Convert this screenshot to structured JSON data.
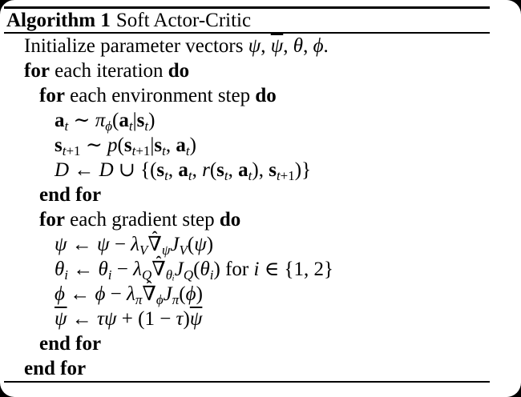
{
  "header": {
    "label": "Algorithm 1",
    "title": "Soft Actor-Critic"
  },
  "colors": {
    "text": "#000000",
    "paper": "#ffffff",
    "surround": "#000000"
  },
  "body": {
    "lines": [
      {
        "indent": 0,
        "tokens": [
          {
            "t": "Initialize parameter vectors ",
            "s": "r"
          },
          {
            "t": "ψ",
            "s": "i"
          },
          {
            "t": ", ",
            "s": "r"
          },
          {
            "t": "ψ",
            "s": "i",
            "bar": true
          },
          {
            "t": ", ",
            "s": "r"
          },
          {
            "t": "θ",
            "s": "i"
          },
          {
            "t": ", ",
            "s": "r"
          },
          {
            "t": "ϕ",
            "s": "i"
          },
          {
            "t": ".",
            "s": "r"
          }
        ]
      },
      {
        "indent": 0,
        "tokens": [
          {
            "t": "for",
            "s": "b"
          },
          {
            "t": " each iteration ",
            "s": "r"
          },
          {
            "t": "do",
            "s": "b"
          }
        ]
      },
      {
        "indent": 1,
        "tokens": [
          {
            "t": "for",
            "s": "b"
          },
          {
            "t": " each environment step ",
            "s": "r"
          },
          {
            "t": "do",
            "s": "b"
          }
        ]
      },
      {
        "indent": 2,
        "tokens": [
          {
            "t": "a",
            "s": "b"
          },
          {
            "t": "t",
            "s": "i sub"
          },
          {
            "t": " ∼ ",
            "s": "r"
          },
          {
            "t": "π",
            "s": "i"
          },
          {
            "t": "ϕ",
            "s": "i sub"
          },
          {
            "t": "(",
            "s": "r"
          },
          {
            "t": "a",
            "s": "b"
          },
          {
            "t": "t",
            "s": "i sub"
          },
          {
            "t": "|",
            "s": "r"
          },
          {
            "t": "s",
            "s": "b"
          },
          {
            "t": "t",
            "s": "i sub"
          },
          {
            "t": ")",
            "s": "r"
          }
        ]
      },
      {
        "indent": 2,
        "tokens": [
          {
            "t": "s",
            "s": "b"
          },
          {
            "t": "t",
            "s": "i sub"
          },
          {
            "t": "+1",
            "s": "r sub"
          },
          {
            "t": " ∼ ",
            "s": "r"
          },
          {
            "t": "p",
            "s": "i"
          },
          {
            "t": "(",
            "s": "r"
          },
          {
            "t": "s",
            "s": "b"
          },
          {
            "t": "t",
            "s": "i sub"
          },
          {
            "t": "+1",
            "s": "r sub"
          },
          {
            "t": "|",
            "s": "r"
          },
          {
            "t": "s",
            "s": "b"
          },
          {
            "t": "t",
            "s": "i sub"
          },
          {
            "t": ", ",
            "s": "r"
          },
          {
            "t": "a",
            "s": "b"
          },
          {
            "t": "t",
            "s": "i sub"
          },
          {
            "t": ")",
            "s": "r"
          }
        ]
      },
      {
        "indent": 2,
        "tokens": [
          {
            "t": "D",
            "s": "cal"
          },
          {
            "t": " ← ",
            "s": "r"
          },
          {
            "t": "D",
            "s": "cal"
          },
          {
            "t": " ∪ ",
            "s": "r"
          },
          {
            "t": "{(",
            "s": "r"
          },
          {
            "t": "s",
            "s": "b"
          },
          {
            "t": "t",
            "s": "i sub"
          },
          {
            "t": ", ",
            "s": "r"
          },
          {
            "t": "a",
            "s": "b"
          },
          {
            "t": "t",
            "s": "i sub"
          },
          {
            "t": ", ",
            "s": "r"
          },
          {
            "t": "r",
            "s": "i"
          },
          {
            "t": "(",
            "s": "r"
          },
          {
            "t": "s",
            "s": "b"
          },
          {
            "t": "t",
            "s": "i sub"
          },
          {
            "t": ", ",
            "s": "r"
          },
          {
            "t": "a",
            "s": "b"
          },
          {
            "t": "t",
            "s": "i sub"
          },
          {
            "t": ")",
            "s": "r"
          },
          {
            "t": ", ",
            "s": "r"
          },
          {
            "t": "s",
            "s": "b"
          },
          {
            "t": "t",
            "s": "i sub"
          },
          {
            "t": "+1",
            "s": "r sub"
          },
          {
            "t": ")}",
            "s": "r"
          }
        ]
      },
      {
        "indent": 1,
        "tokens": [
          {
            "t": "end for",
            "s": "b"
          }
        ]
      },
      {
        "indent": 1,
        "tokens": [
          {
            "t": "for",
            "s": "b"
          },
          {
            "t": " each gradient step ",
            "s": "r"
          },
          {
            "t": "do",
            "s": "b"
          }
        ]
      },
      {
        "indent": 2,
        "tokens": [
          {
            "t": "ψ",
            "s": "i"
          },
          {
            "t": " ← ",
            "s": "r"
          },
          {
            "t": "ψ",
            "s": "i"
          },
          {
            "t": " − ",
            "s": "r"
          },
          {
            "t": "λ",
            "s": "i"
          },
          {
            "t": "V",
            "s": "i sub"
          },
          {
            "t": "∇",
            "s": "r",
            "hat": "ˆ"
          },
          {
            "t": "ψ",
            "s": "i sub"
          },
          {
            "t": "J",
            "s": "i"
          },
          {
            "t": "V",
            "s": "i sub"
          },
          {
            "t": "(",
            "s": "r"
          },
          {
            "t": "ψ",
            "s": "i"
          },
          {
            "t": ")",
            "s": "r"
          }
        ]
      },
      {
        "indent": 2,
        "tokens": [
          {
            "t": "θ",
            "s": "i"
          },
          {
            "t": "i",
            "s": "i sub"
          },
          {
            "t": " ← ",
            "s": "r"
          },
          {
            "t": "θ",
            "s": "i"
          },
          {
            "t": "i",
            "s": "i sub"
          },
          {
            "t": " − ",
            "s": "r"
          },
          {
            "t": "λ",
            "s": "i"
          },
          {
            "t": "Q",
            "s": "i sub"
          },
          {
            "t": "∇",
            "s": "r",
            "hat": "ˆ"
          },
          {
            "t": "θᵢ",
            "s": "i sub"
          },
          {
            "t": "J",
            "s": "i"
          },
          {
            "t": "Q",
            "s": "i sub"
          },
          {
            "t": "(",
            "s": "r"
          },
          {
            "t": "θ",
            "s": "i"
          },
          {
            "t": "i",
            "s": "i sub"
          },
          {
            "t": ")",
            "s": "r"
          },
          {
            "t": " for ",
            "s": "r"
          },
          {
            "t": "i",
            "s": "i"
          },
          {
            "t": " ∈ ",
            "s": "r"
          },
          {
            "t": "{1, 2}",
            "s": "r"
          }
        ]
      },
      {
        "indent": 2,
        "tokens": [
          {
            "t": "ϕ",
            "s": "i"
          },
          {
            "t": " ← ",
            "s": "r"
          },
          {
            "t": "ϕ",
            "s": "i"
          },
          {
            "t": " − ",
            "s": "r"
          },
          {
            "t": "λ",
            "s": "i"
          },
          {
            "t": "π",
            "s": "i sub"
          },
          {
            "t": "∇",
            "s": "r",
            "hat": "ˆ"
          },
          {
            "t": "ϕ",
            "s": "i sub"
          },
          {
            "t": "J",
            "s": "i"
          },
          {
            "t": "π",
            "s": "i sub"
          },
          {
            "t": "(",
            "s": "r"
          },
          {
            "t": "ϕ",
            "s": "i"
          },
          {
            "t": ")",
            "s": "r"
          }
        ]
      },
      {
        "indent": 2,
        "tokens": [
          {
            "t": "ψ",
            "s": "i",
            "bar": true
          },
          {
            "t": " ← ",
            "s": "r"
          },
          {
            "t": "τ",
            "s": "i"
          },
          {
            "t": "ψ",
            "s": "i"
          },
          {
            "t": " + (1 − ",
            "s": "r"
          },
          {
            "t": "τ",
            "s": "i"
          },
          {
            "t": ")",
            "s": "r"
          },
          {
            "t": "ψ",
            "s": "i",
            "bar": true
          }
        ]
      },
      {
        "indent": 1,
        "tokens": [
          {
            "t": "end for",
            "s": "b"
          }
        ]
      },
      {
        "indent": 0,
        "tokens": [
          {
            "t": "end for",
            "s": "b"
          }
        ]
      }
    ]
  }
}
